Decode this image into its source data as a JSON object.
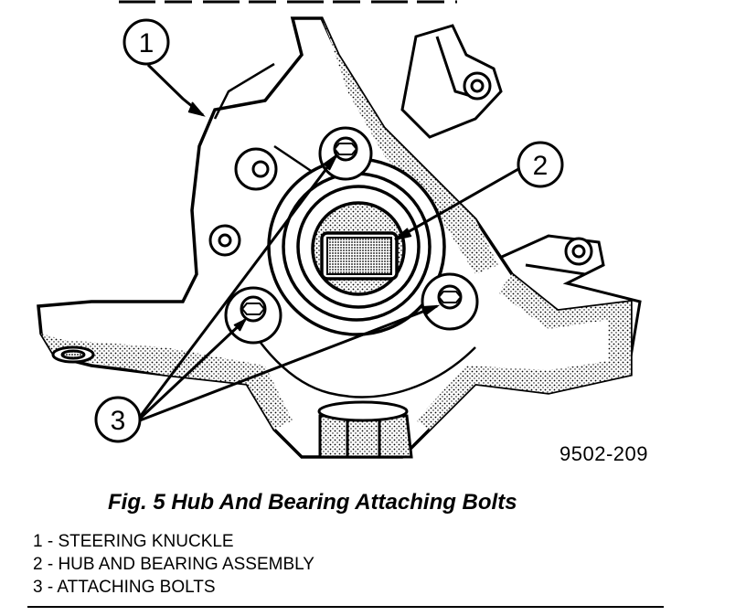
{
  "figure": {
    "id": "9502-209",
    "caption": "Fig. 5 Hub And Bearing Attaching Bolts"
  },
  "callouts": [
    {
      "number": "1"
    },
    {
      "number": "2"
    },
    {
      "number": "3"
    }
  ],
  "legend": [
    {
      "text": "1 - STEERING KNUCKLE"
    },
    {
      "text": "2 - HUB AND BEARING ASSEMBLY"
    },
    {
      "text": "3 - ATTACHING BOLTS"
    }
  ]
}
